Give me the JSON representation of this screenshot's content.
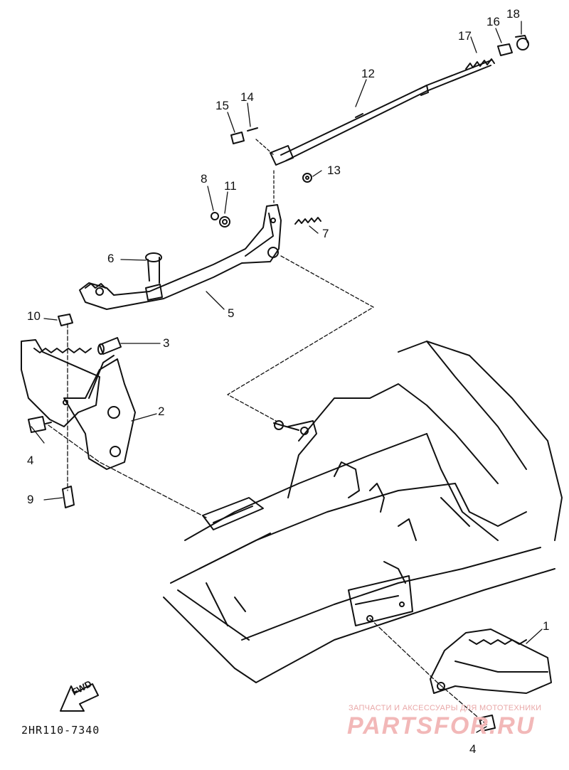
{
  "diagram": {
    "callouts": [
      "1",
      "2",
      "3",
      "4",
      "5",
      "6",
      "7",
      "8",
      "9",
      "10",
      "11",
      "12",
      "13",
      "14",
      "15",
      "16",
      "17",
      "18"
    ],
    "figure_code": "2HR110-7340",
    "direction_label": "FWD"
  },
  "watermark": {
    "tagline": "ЗАПЧАСТИ И АКСЕССУАРЫ ДЛЯ МОТОТЕХНИКИ",
    "brand": "PARTSFOR.RU"
  }
}
